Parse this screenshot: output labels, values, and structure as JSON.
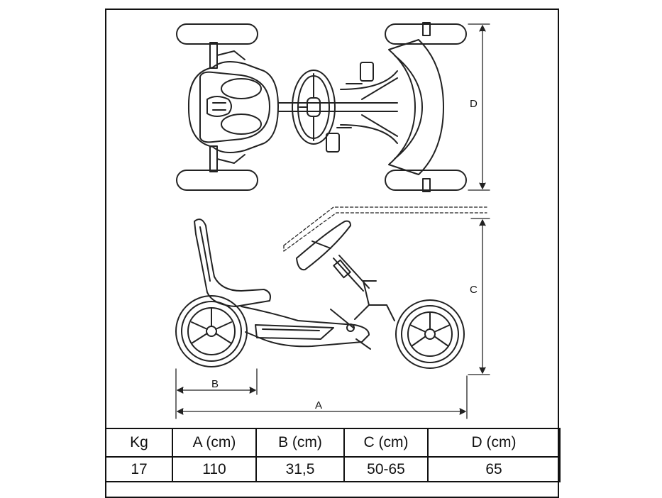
{
  "dimensions": {
    "a": "A",
    "b": "B",
    "c": "C",
    "d": "D"
  },
  "table": {
    "headers": [
      "Kg",
      "A (cm)",
      "B (cm)",
      "C (cm)",
      "D (cm)"
    ],
    "row": [
      "17",
      "110",
      "31,5",
      "50-65",
      "65"
    ]
  }
}
